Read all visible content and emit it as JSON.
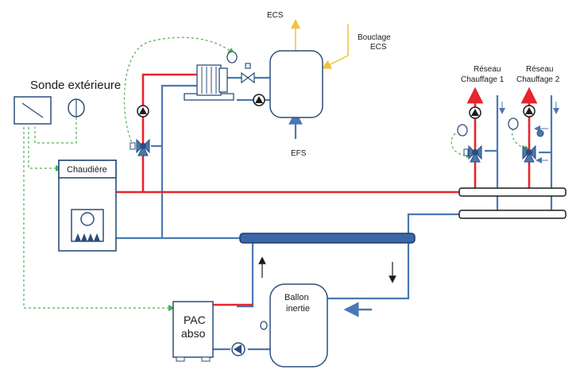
{
  "labels": {
    "sonde": "Sonde extérieure",
    "chaudiere": "Chaudière",
    "ecs": "ECS",
    "bouclage_1": "Bouclage",
    "bouclage_2": "ECS",
    "efs": "EFS",
    "reseau1_a": "Réseau",
    "reseau1_b": "Chauffage 1",
    "reseau2_a": "Réseau",
    "reseau2_b": "Chauffage 2",
    "pac_1": "PAC",
    "pac_2": "abso",
    "ballon_1": "Ballon",
    "ballon_2": "inertie"
  },
  "colors": {
    "hot": "#e8242c",
    "cold": "#4a78b4",
    "ecs": "#f2c13c",
    "control": "#4caf50",
    "outline": "#2b4f7a",
    "collector": "#3a67a8"
  }
}
